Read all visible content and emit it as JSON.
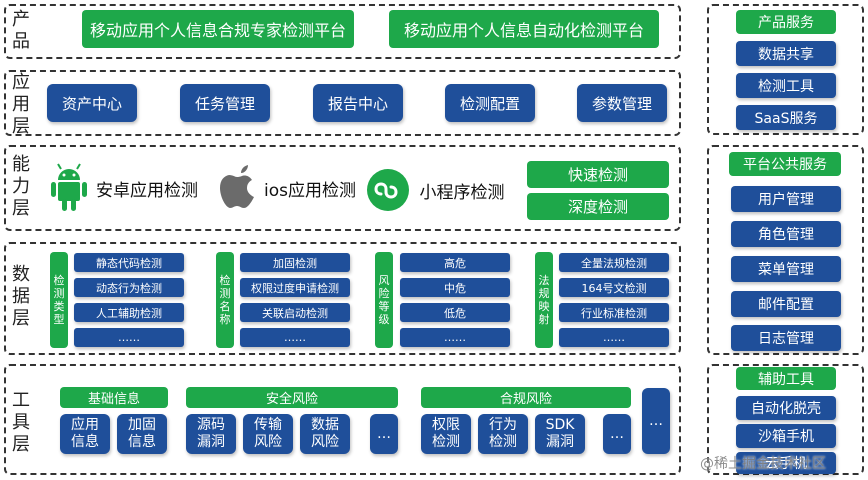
{
  "product": {
    "title": "产\n品",
    "items": [
      "移动应用个人信息合规专家检测平台",
      "移动应用个人信息自动化检测平台"
    ]
  },
  "application": {
    "title": "应\n用\n层",
    "items": [
      "资产中心",
      "任务管理",
      "报告中心",
      "检测配置",
      "参数管理"
    ]
  },
  "capability": {
    "title": "能\n力\n层",
    "items": [
      "安卓应用检测",
      "ios应用检测",
      "小程序检测"
    ],
    "quick": [
      "快速检测",
      "深度检测"
    ]
  },
  "data": {
    "title": "数\n据\n层",
    "groups": [
      {
        "label": "检\n测\n类\n型",
        "items": [
          "静态代码检测",
          "动态行为检测",
          "人工辅助检测",
          "……"
        ]
      },
      {
        "label": "检\n测\n名\n称",
        "items": [
          "加固检测",
          "权限过度申请检测",
          "关联启动检测",
          "……"
        ]
      },
      {
        "label": "风\n险\n等\n级",
        "items": [
          "高危",
          "中危",
          "低危",
          "……"
        ]
      },
      {
        "label": "法\n规\n映\n射",
        "items": [
          "全量法规检测",
          "164号文检测",
          "行业标准检测",
          "……"
        ]
      }
    ]
  },
  "tools": {
    "title": "工\n具\n层",
    "basic": {
      "header": "基础信息",
      "items": [
        "应用\n信息",
        "加固\n信息"
      ]
    },
    "security": {
      "header": "安全风险",
      "items": [
        "源码\n漏洞",
        "传输\n风险",
        "数据\n风险",
        "…"
      ]
    },
    "compliance": {
      "header": "合规风险",
      "items": [
        "权限\n检测",
        "行为\n检测",
        "SDK\n漏洞",
        "…"
      ]
    },
    "extra": "…"
  },
  "right": {
    "product_service": {
      "header": "产品服务",
      "items": [
        "数据共享",
        "检测工具",
        "SaaS服务"
      ]
    },
    "platform_service": {
      "header": "平台公共服务",
      "items": [
        "用户管理",
        "角色管理",
        "菜单管理",
        "邮件配置",
        "日志管理"
      ]
    },
    "aux_tools": {
      "header": "辅助工具",
      "items": [
        "自动化脱壳",
        "沙箱手机",
        "云手机"
      ]
    }
  },
  "watermark": "@稀土掘金技术社区",
  "colors": {
    "blue": "#1f4f9a",
    "green": "#1ea84a"
  }
}
